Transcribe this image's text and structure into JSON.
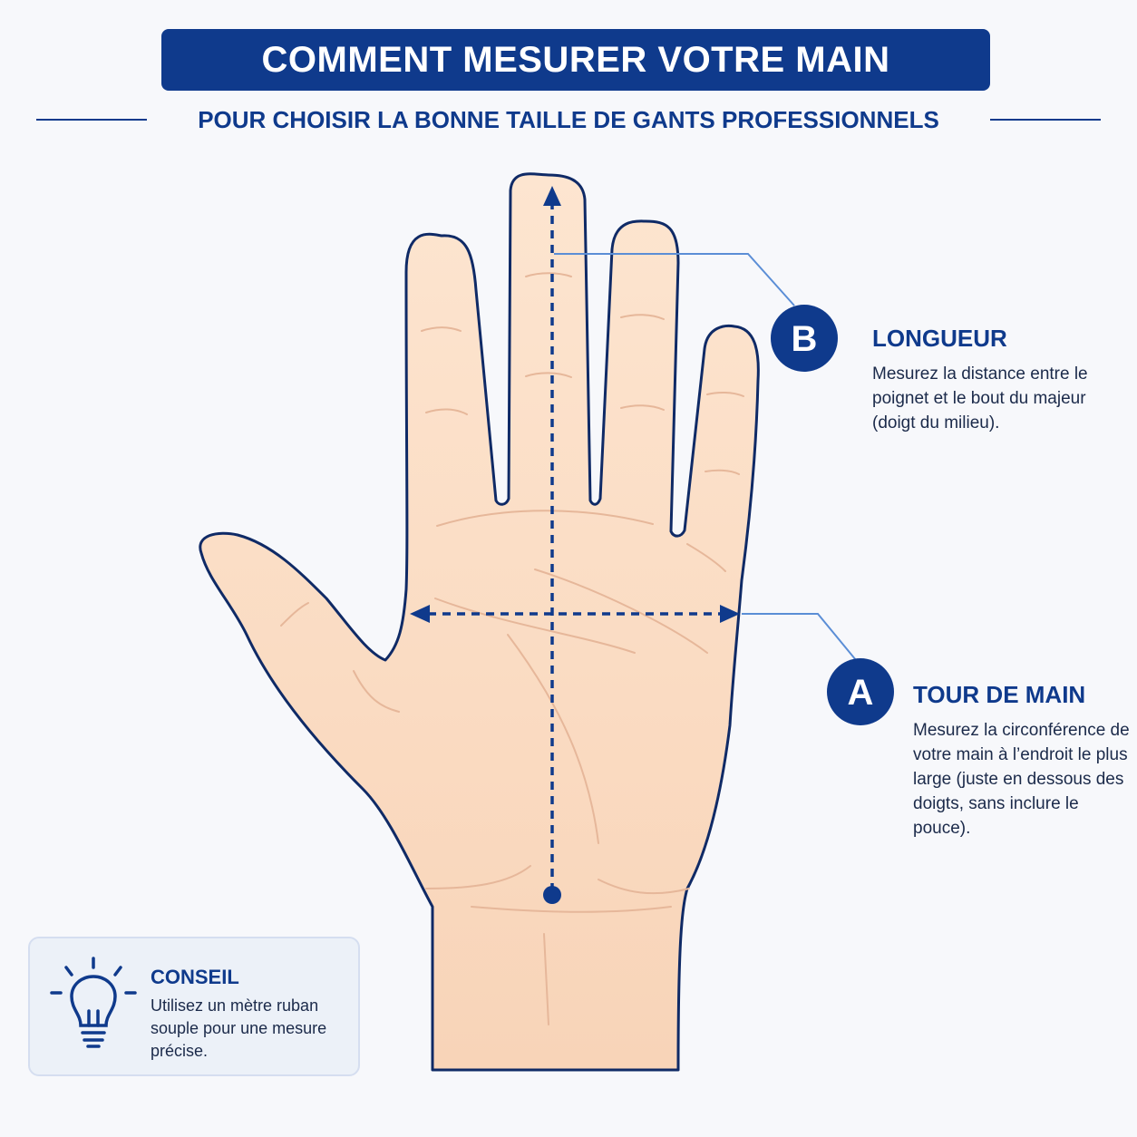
{
  "header": {
    "title": "COMMENT MESURER VOTRE MAIN",
    "subtitle": "POUR CHOISIR LA BONNE TAILLE DE GANTS PROFESSIONNELS"
  },
  "measurements": {
    "length": {
      "marker": "B",
      "title": "LONGUEUR",
      "description": "Mesurez la distance entre le poignet et le bout du majeur (doigt du milieu)."
    },
    "circumference": {
      "marker": "A",
      "title": "TOUR DE MAIN",
      "description": "Mesurez la circonférence de votre main à l’endroit le plus large (juste en dessous des doigts, sans inclure le pouce)."
    }
  },
  "tip": {
    "icon": "lightbulb-icon",
    "title": "CONSEIL",
    "description": "Utilisez un mètre ruban souple pour une mesure précise."
  },
  "colors": {
    "primary": "#0f3a8c",
    "skin": "#fbdcc4",
    "accent_line": "#5b8ed6",
    "background": "#f7f8fb"
  }
}
